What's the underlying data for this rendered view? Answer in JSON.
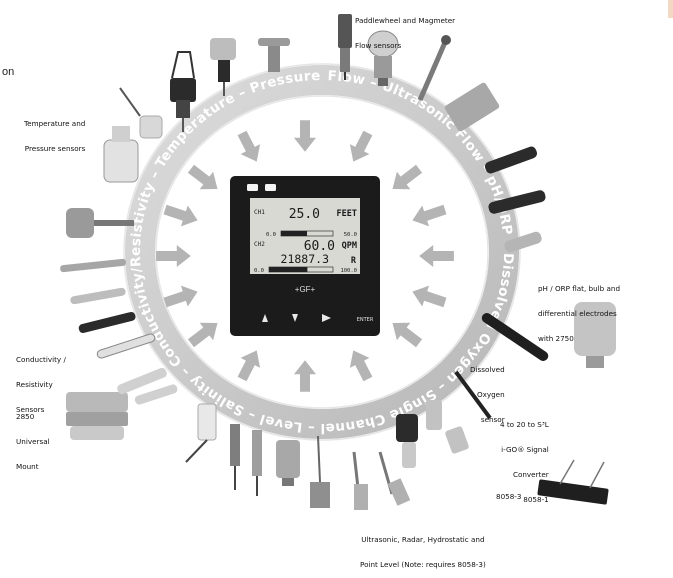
{
  "ring_text": "Flow – Ultrasonic Flow – pH/ORP – Dissolved Oxygen – Single Channel – Level – Salinity – Conductivity/Resistivity – Temperature – Pressure –",
  "edge_fragment": "on",
  "display": {
    "ch1_label": "CH1",
    "ch1_value": "25.0",
    "ch1_unit": "FEET",
    "bar1_min": "0.0",
    "bar1_max": "50.0",
    "ch2_label": "CH2",
    "ch2_value": "60.0",
    "ch2_unit": "QPM",
    "ch2_total": "21887.3",
    "ch2_total_unit": "R",
    "bar2_min": "0.0",
    "bar2_max": "100.0",
    "brand": "+GF+",
    "enter_label": "ENTER",
    "bar1_fraction": 0.5,
    "bar2_fraction": 0.6
  },
  "labels": {
    "flow": [
      "Paddlewheel and Magmeter",
      "Flow sensors"
    ],
    "temp": [
      "Temperature and",
      "Pressure sensors"
    ],
    "ph": [
      "pH / ORP flat, bulb and",
      "differential electrodes",
      "with 2750"
    ],
    "cond": [
      "Conductivity /",
      "Resistivity",
      "Sensors"
    ],
    "do": [
      "Dissolved",
      "Oxygen",
      "sensor"
    ],
    "mount": [
      "2850",
      "Universal",
      "Mount"
    ],
    "converter": [
      "4 to 20 to S³L",
      "i-GO® Signal",
      "Converter",
      "8058-1"
    ],
    "b8058": [
      "8058-3"
    ],
    "level": [
      "Ultrasonic, Radar, Hydrostatic and",
      "Point Level (Note: requires 8058-3)"
    ]
  },
  "colors": {
    "ring": "#c8c8c8",
    "ring_edge": "#e6e6e6",
    "ring_text": "#ffffff",
    "arrow": "#b4b4b4",
    "bezel": "#1b1b1b",
    "lcd": "#d9d9d4",
    "lcd_ink": "#1a1a1a",
    "sensor_dark": "#2b2b2b",
    "sensor_light": "#e2e2e2"
  }
}
